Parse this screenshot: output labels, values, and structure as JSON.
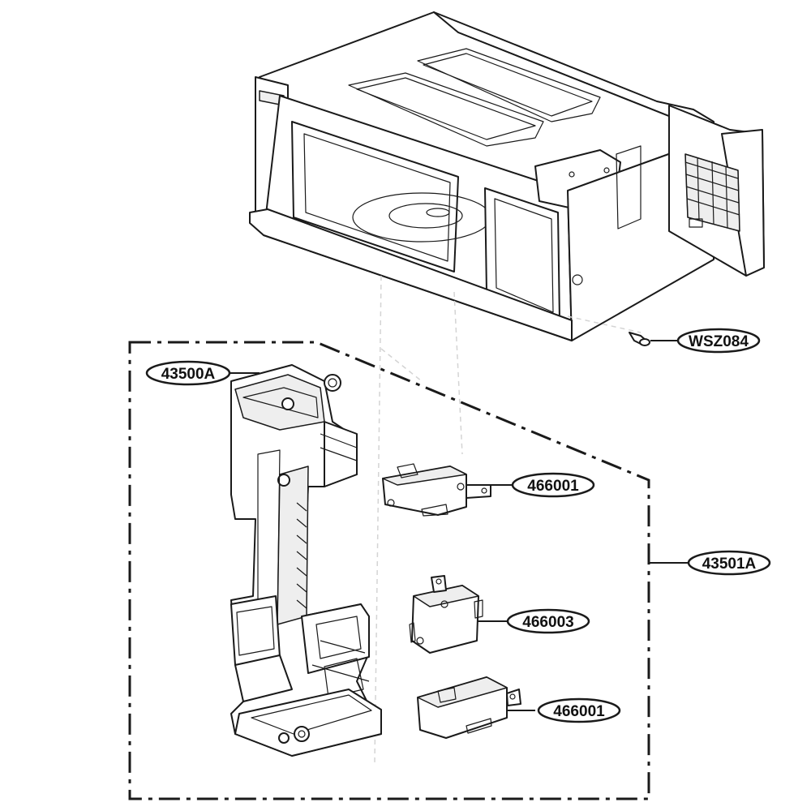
{
  "callouts": {
    "wsz084": "WSZ084",
    "hook_assembly": "43500A",
    "switch_top": "466001",
    "latch_assembly": "43501A",
    "switch_middle": "466003",
    "switch_bottom": "466001"
  }
}
